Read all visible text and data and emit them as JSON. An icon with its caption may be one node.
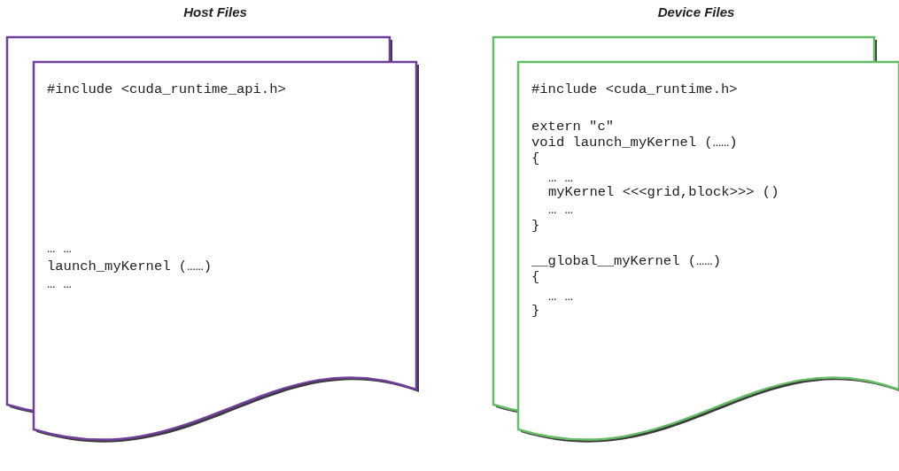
{
  "diagram": {
    "nodes": [
      {
        "text": [
          "Host Files",
          "#include <cuda_runtime_api.h>",
          "… …",
          "launch_myKernel (……)",
          "… …"
        ]
      },
      {
        "text": [
          "Device Files",
          "#include <cuda_runtime.h>",
          "extern \"c\"",
          "void launch_myKernel (……)",
          "{",
          "… …",
          "myKernel <<<grid,block>>> ()",
          "… …",
          "}",
          "__global__myKernel (……)",
          "{",
          "… …",
          "}"
        ]
      }
    ],
    "edges": []
  }
}
